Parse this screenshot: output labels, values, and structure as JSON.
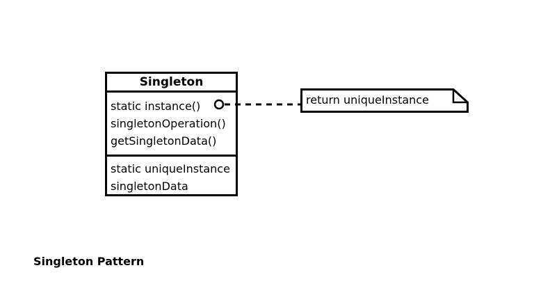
{
  "class": {
    "name": "Singleton",
    "operations": [
      "static instance()",
      "singletonOperation()",
      "getSingletonData()"
    ],
    "attributes": [
      "static uniqueInstance",
      "singletonData"
    ]
  },
  "note": {
    "text": "return uniqueInstance"
  },
  "caption": "Singleton Pattern"
}
